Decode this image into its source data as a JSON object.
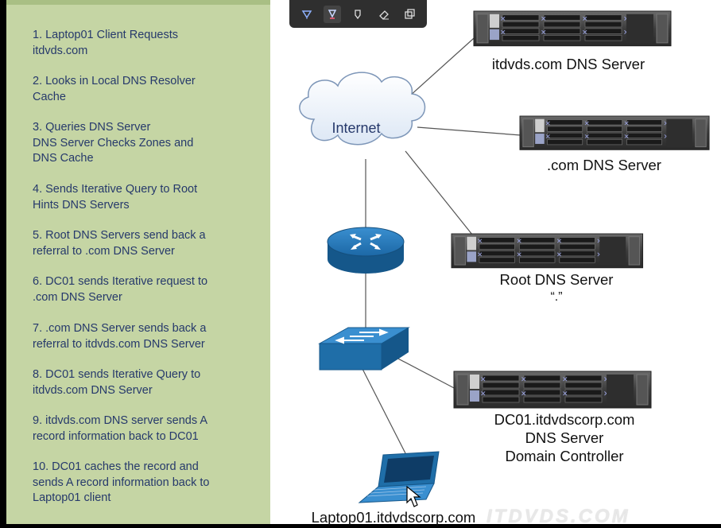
{
  "steps": [
    "1.  Laptop01 Client Requests\nitdvds.com",
    "2.  Looks in Local DNS Resolver\nCache",
    "3.  Queries DNS Server\nDNS Server Checks Zones and\nDNS Cache",
    "4.  Sends Iterative Query to Root\nHints DNS Servers",
    "5.  Root DNS Servers send back a\nreferral to .com DNS Server",
    "6. DC01 sends Iterative request to\n.com DNS Server",
    "7.  .com DNS Server sends back a\nreferral to itdvds.com DNS Server",
    "8.  DC01 sends Iterative Query to\nitdvds.com DNS Server",
    "9.  itdvds.com DNS server sends A\nrecord information back to DC01",
    "10.  DC01 caches the record and\nsends A record information back to\nLaptop01 client"
  ],
  "diagram": {
    "internet_label": "Internet",
    "itdvds_server_label": "itdvds.com DNS Server",
    "com_server_label": ".com DNS Server",
    "root_server_label": "Root DNS Server",
    "root_server_sublabel": "“.”",
    "dc01_label": "DC01.itdvdscorp.com\nDNS Server\nDomain Controller",
    "laptop_label": "Laptop01.itdvdscorp.com"
  },
  "toolbar": {
    "tools": [
      "pen-tool-icon",
      "highlighter-tool-icon",
      "marker-tool-icon",
      "eraser-tool-icon",
      "copy-tool-icon"
    ]
  },
  "watermark": "ITDVDS.COM",
  "colors": {
    "panel": "#c5d5a4",
    "step_text": "#26396b",
    "router": "#1f6ea8",
    "switch": "#1f6ea8",
    "server_body": "#4a4a4a"
  }
}
